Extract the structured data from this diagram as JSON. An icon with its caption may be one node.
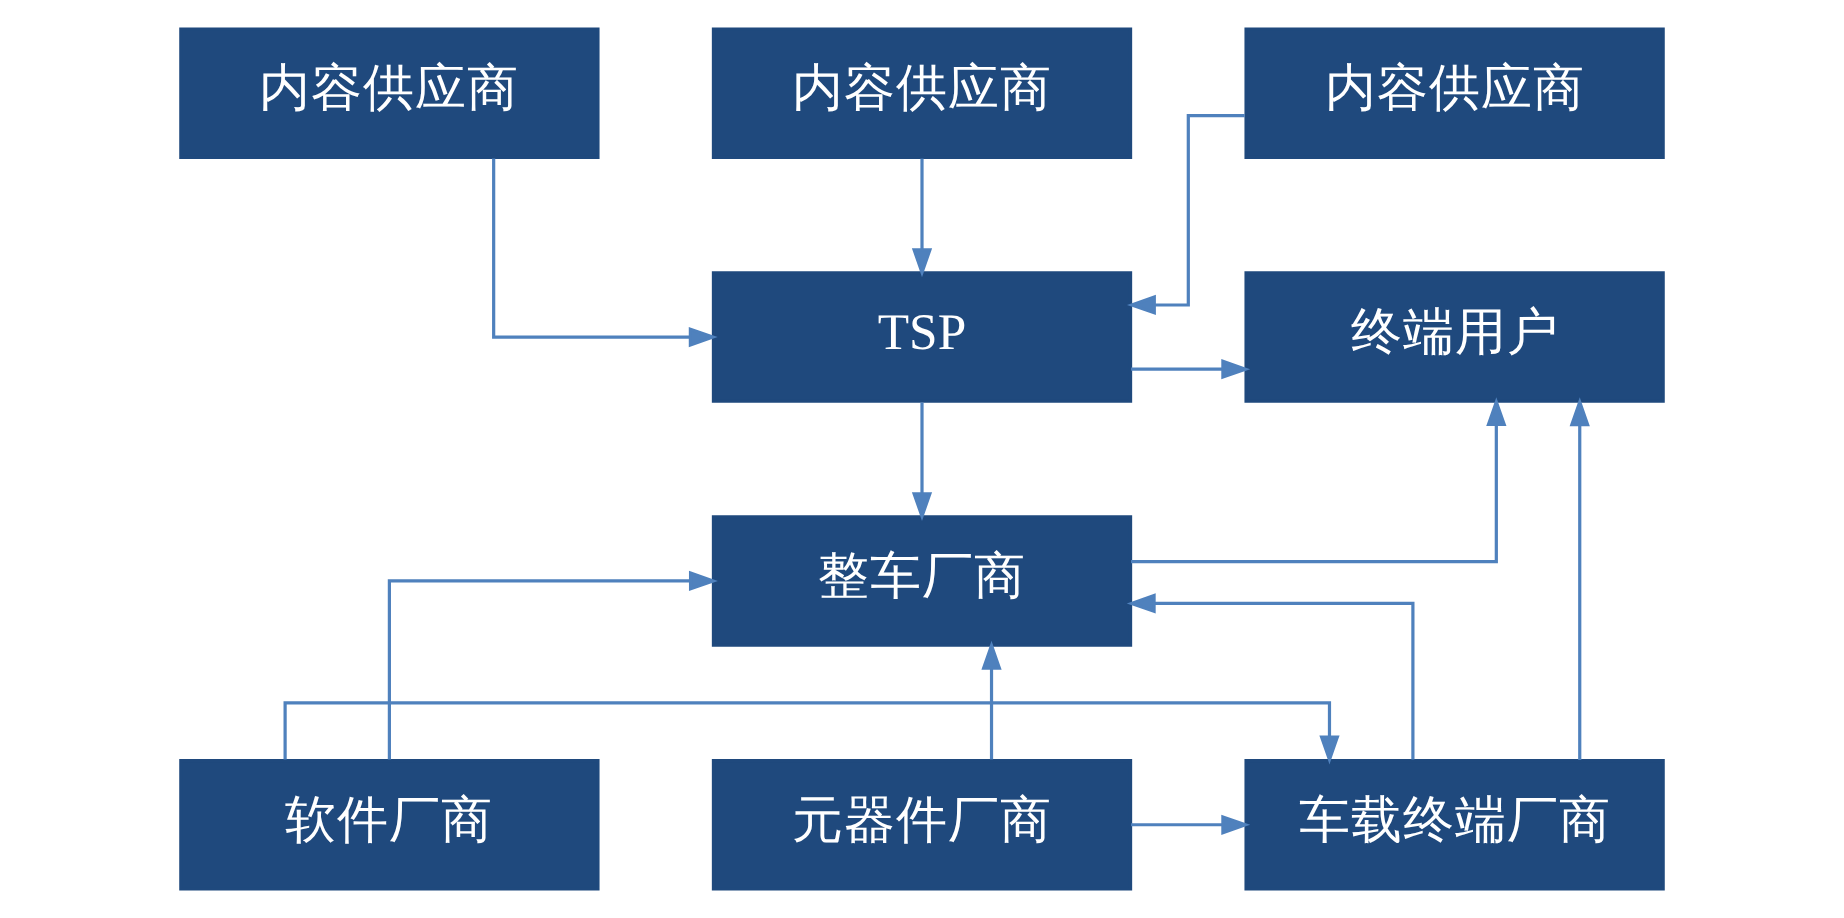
{
  "diagram": {
    "nodes": [
      {
        "text": [
          "内容供应商"
        ]
      },
      {
        "text": [
          "内容供应商"
        ]
      },
      {
        "text": [
          "内容供应商"
        ]
      },
      {
        "text": [
          "TSP"
        ]
      },
      {
        "text": [
          "终端用户"
        ]
      },
      {
        "text": [
          "整车厂商"
        ]
      },
      {
        "text": [
          "软件厂商"
        ]
      },
      {
        "text": [
          "元器件厂商"
        ]
      },
      {
        "text": [
          "车载终端厂商"
        ]
      }
    ],
    "edges": [
      {
        "from": 0,
        "to": 3,
        "arrow": "to"
      },
      {
        "from": 1,
        "to": 3,
        "arrow": "to"
      },
      {
        "from": 2,
        "to": 3,
        "arrow": "to"
      },
      {
        "from": 3,
        "to": 4,
        "arrow": "to"
      },
      {
        "from": 3,
        "to": 5,
        "arrow": "to"
      },
      {
        "from": 5,
        "to": 4,
        "arrow": "to"
      },
      {
        "from": 6,
        "to": 5,
        "arrow": "to"
      },
      {
        "from": 7,
        "to": 5,
        "arrow": "to"
      },
      {
        "from": 8,
        "to": 5,
        "arrow": "to"
      },
      {
        "from": 6,
        "to": 8,
        "arrow": "to"
      },
      {
        "from": 7,
        "to": 8,
        "arrow": "to"
      },
      {
        "from": 8,
        "to": 4,
        "arrow": "to"
      }
    ]
  }
}
